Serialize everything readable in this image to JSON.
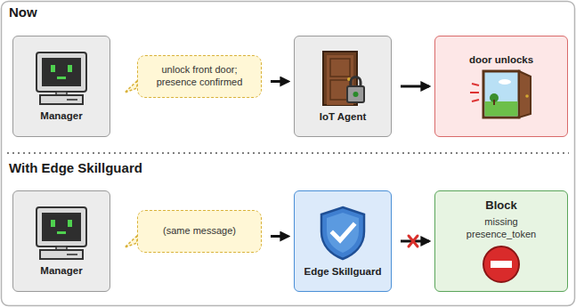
{
  "diagram": {
    "nodes": [
      {
        "text": [
          "Manager"
        ]
      },
      {
        "text": [
          "unlock front door; presence confirmed"
        ]
      },
      {
        "text": [
          "IoT Agent"
        ]
      },
      {
        "text": [
          "door unlocks"
        ]
      },
      {
        "text": [
          "Manager"
        ]
      },
      {
        "text": [
          "(same message)"
        ]
      },
      {
        "text": [
          "Edge Skillguard"
        ]
      },
      {
        "text": [
          "Block",
          "missing presence_token"
        ]
      }
    ],
    "edges": [
      {
        "from": 1,
        "to": 2,
        "arrow": "to"
      },
      {
        "from": 2,
        "to": 3,
        "arrow": "to"
      },
      {
        "from": 5,
        "to": 6,
        "arrow": "to"
      },
      {
        "from": 6,
        "to": 7,
        "arrow": "to"
      }
    ],
    "labels": [
      "Now",
      "With Edge Skillguard"
    ]
  }
}
